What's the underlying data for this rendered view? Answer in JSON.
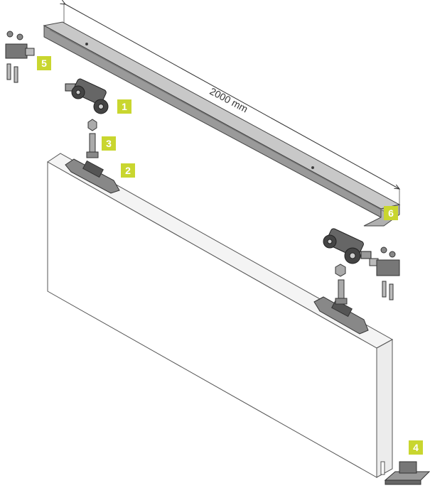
{
  "dimension_label": "2000 mm",
  "tag_color": "#c9d62f",
  "parts": [
    {
      "number": "1",
      "name": "roller-carriage"
    },
    {
      "number": "2",
      "name": "door-bracket"
    },
    {
      "number": "3",
      "name": "bolt-and-nut"
    },
    {
      "number": "4",
      "name": "floor-guide"
    },
    {
      "number": "5",
      "name": "end-stop"
    },
    {
      "number": "6",
      "name": "track-rail"
    }
  ]
}
